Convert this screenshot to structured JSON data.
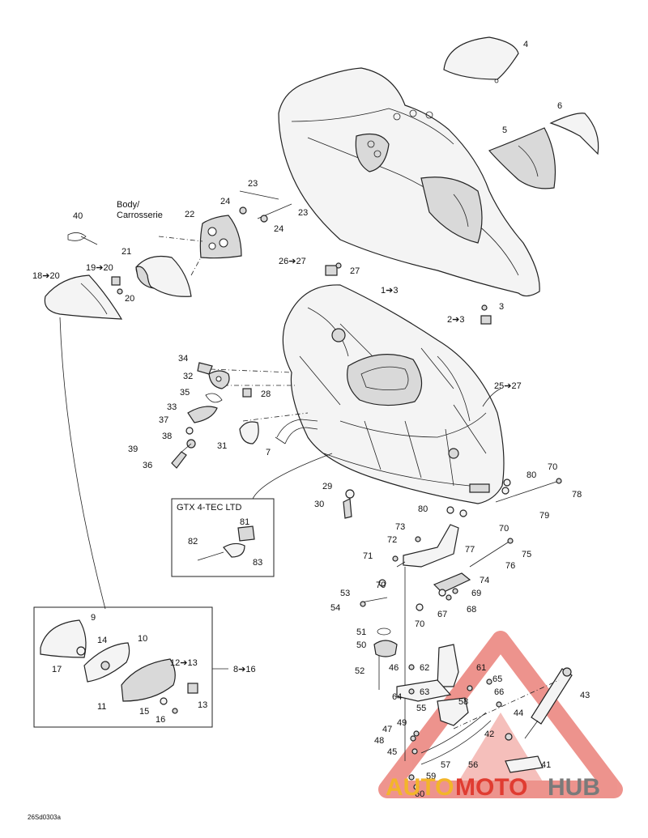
{
  "figure_code": "26Sd0303a",
  "body_label": "Body/\nCarrosserie",
  "box_titles": {
    "gtx": "GTX 4-TEC LTD"
  },
  "callouts": [
    {
      "id": "c4",
      "text": "4"
    },
    {
      "id": "c6",
      "text": "6"
    },
    {
      "id": "c5",
      "text": "5"
    },
    {
      "id": "c23a",
      "text": "23"
    },
    {
      "id": "c24a",
      "text": "24"
    },
    {
      "id": "c23b",
      "text": "23"
    },
    {
      "id": "c24b",
      "text": "24"
    },
    {
      "id": "c22",
      "text": "22"
    },
    {
      "id": "c40",
      "text": "40"
    },
    {
      "id": "c21",
      "text": "21"
    },
    {
      "id": "c1920",
      "text": "19➔20"
    },
    {
      "id": "c20",
      "text": "20"
    },
    {
      "id": "c1820",
      "text": "18➔20"
    },
    {
      "id": "c2627",
      "text": "26➔27"
    },
    {
      "id": "c27",
      "text": "27"
    },
    {
      "id": "c13",
      "text": "1➔3"
    },
    {
      "id": "c3",
      "text": "3"
    },
    {
      "id": "c23c",
      "text": "2➔3"
    },
    {
      "id": "c34",
      "text": "34"
    },
    {
      "id": "c32",
      "text": "32"
    },
    {
      "id": "c35",
      "text": "35"
    },
    {
      "id": "c28",
      "text": "28"
    },
    {
      "id": "c33",
      "text": "33"
    },
    {
      "id": "c37",
      "text": "37"
    },
    {
      "id": "c38",
      "text": "38"
    },
    {
      "id": "c39",
      "text": "39"
    },
    {
      "id": "c36",
      "text": "36"
    },
    {
      "id": "c31",
      "text": "31"
    },
    {
      "id": "c7",
      "text": "7"
    },
    {
      "id": "c2527",
      "text": "25➔27"
    },
    {
      "id": "c70a",
      "text": "70"
    },
    {
      "id": "c80a",
      "text": "80"
    },
    {
      "id": "c78",
      "text": "78"
    },
    {
      "id": "c29",
      "text": "29"
    },
    {
      "id": "c30",
      "text": "30"
    },
    {
      "id": "c80b",
      "text": "80"
    },
    {
      "id": "c79",
      "text": "79"
    },
    {
      "id": "c81",
      "text": "81"
    },
    {
      "id": "c82",
      "text": "82"
    },
    {
      "id": "c83",
      "text": "83"
    },
    {
      "id": "c73",
      "text": "73"
    },
    {
      "id": "c72",
      "text": "72"
    },
    {
      "id": "c70b",
      "text": "70"
    },
    {
      "id": "c77",
      "text": "77"
    },
    {
      "id": "c75",
      "text": "75"
    },
    {
      "id": "c71",
      "text": "71"
    },
    {
      "id": "c76",
      "text": "76"
    },
    {
      "id": "c70c",
      "text": "70"
    },
    {
      "id": "c74",
      "text": "74"
    },
    {
      "id": "c53",
      "text": "53"
    },
    {
      "id": "c69",
      "text": "69"
    },
    {
      "id": "c54",
      "text": "54"
    },
    {
      "id": "c68",
      "text": "68"
    },
    {
      "id": "c67",
      "text": "67"
    },
    {
      "id": "c70d",
      "text": "70"
    },
    {
      "id": "c9",
      "text": "9"
    },
    {
      "id": "c14",
      "text": "14"
    },
    {
      "id": "c10",
      "text": "10"
    },
    {
      "id": "c51",
      "text": "51"
    },
    {
      "id": "c50",
      "text": "50"
    },
    {
      "id": "c17",
      "text": "17"
    },
    {
      "id": "c1213",
      "text": "12➔13"
    },
    {
      "id": "c816",
      "text": "8➔16"
    },
    {
      "id": "c52",
      "text": "52"
    },
    {
      "id": "c46",
      "text": "46"
    },
    {
      "id": "c62",
      "text": "62"
    },
    {
      "id": "c61",
      "text": "61"
    },
    {
      "id": "c65",
      "text": "65"
    },
    {
      "id": "c63",
      "text": "63"
    },
    {
      "id": "c66",
      "text": "66"
    },
    {
      "id": "c64",
      "text": "64"
    },
    {
      "id": "c43",
      "text": "43"
    },
    {
      "id": "c11",
      "text": "11"
    },
    {
      "id": "c13b",
      "text": "13"
    },
    {
      "id": "c15",
      "text": "15"
    },
    {
      "id": "c58",
      "text": "58"
    },
    {
      "id": "c55",
      "text": "55"
    },
    {
      "id": "c16",
      "text": "16"
    },
    {
      "id": "c44",
      "text": "44"
    },
    {
      "id": "c49",
      "text": "49"
    },
    {
      "id": "c47",
      "text": "47"
    },
    {
      "id": "c42",
      "text": "42"
    },
    {
      "id": "c48",
      "text": "48"
    },
    {
      "id": "c45",
      "text": "45"
    },
    {
      "id": "c41",
      "text": "41"
    },
    {
      "id": "c57",
      "text": "57"
    },
    {
      "id": "c56",
      "text": "56"
    },
    {
      "id": "c59",
      "text": "59"
    },
    {
      "id": "c60",
      "text": "60"
    }
  ],
  "watermark": {
    "part1": "AUTO",
    "part2": "MOTO",
    "part3": "HUB",
    "color_red": "#e03c31",
    "color_yellow": "#f3b52a",
    "color_gray": "#7a7a7a"
  }
}
